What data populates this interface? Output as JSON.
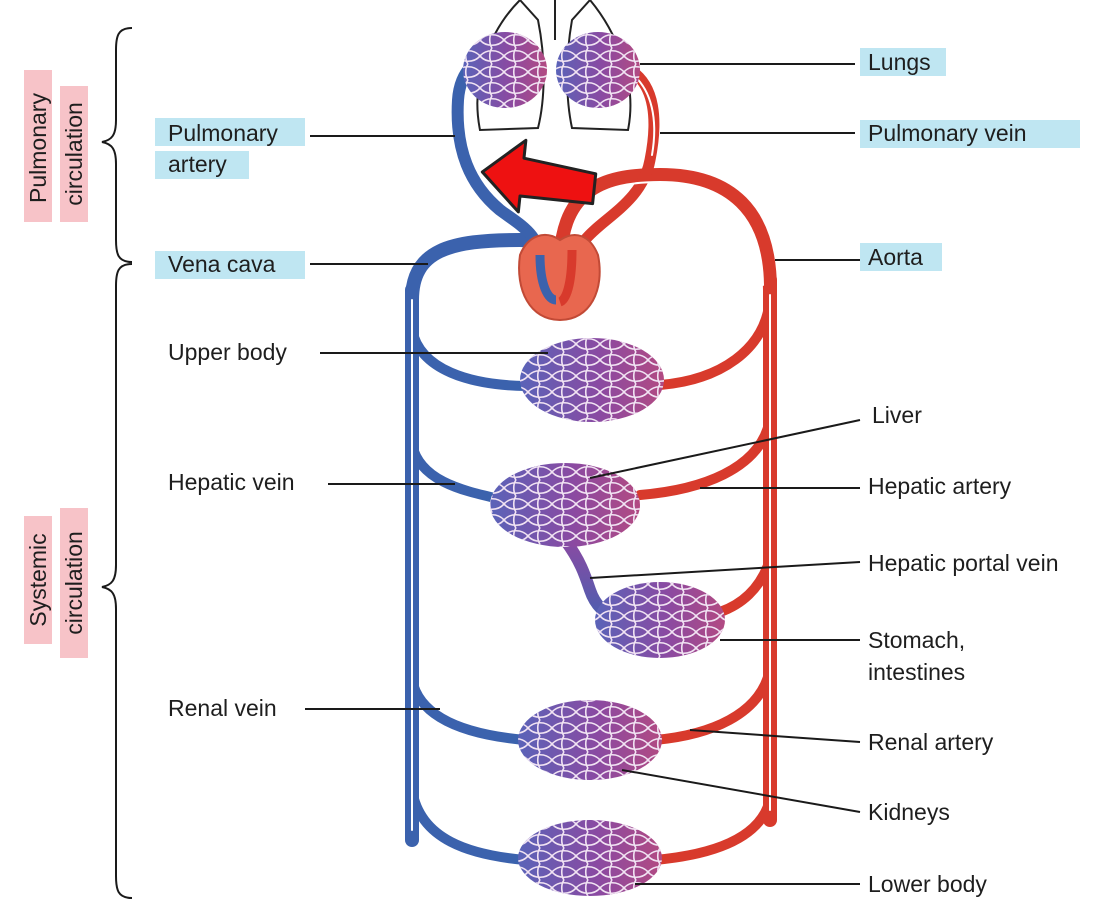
{
  "colors": {
    "vein": "#3b62ad",
    "artery": "#d83a2c",
    "capillary": "#7b4aa0",
    "heart": "#e8674f",
    "label_highlight_blue": "#bfe6f2",
    "label_highlight_pink": "#f7c3c8",
    "arrow": "#ee1111"
  },
  "icons": {
    "flow_arrow": "red-arrow-icon",
    "heart": "heart-icon",
    "lungs": "lungs-icon"
  },
  "groups": {
    "pulmonary": [
      "Pulmonary",
      "circulation"
    ],
    "systemic": [
      "Systemic",
      "circulation"
    ]
  },
  "labels": {
    "pulmonary_artery": [
      "Pulmonary",
      "artery"
    ],
    "vena_cava": "Vena cava",
    "upper_body": "Upper body",
    "hepatic_vein": "Hepatic vein",
    "renal_vein": "Renal vein",
    "lungs": "Lungs",
    "pulmonary_vein": "Pulmonary vein",
    "aorta": "Aorta",
    "liver": "Liver",
    "hepatic_artery": "Hepatic artery",
    "hepatic_portal_vein": "Hepatic portal vein",
    "stomach_intestines": [
      "Stomach,",
      "intestines"
    ],
    "renal_artery": "Renal artery",
    "kidneys": "Kidneys",
    "lower_body": "Lower body"
  }
}
